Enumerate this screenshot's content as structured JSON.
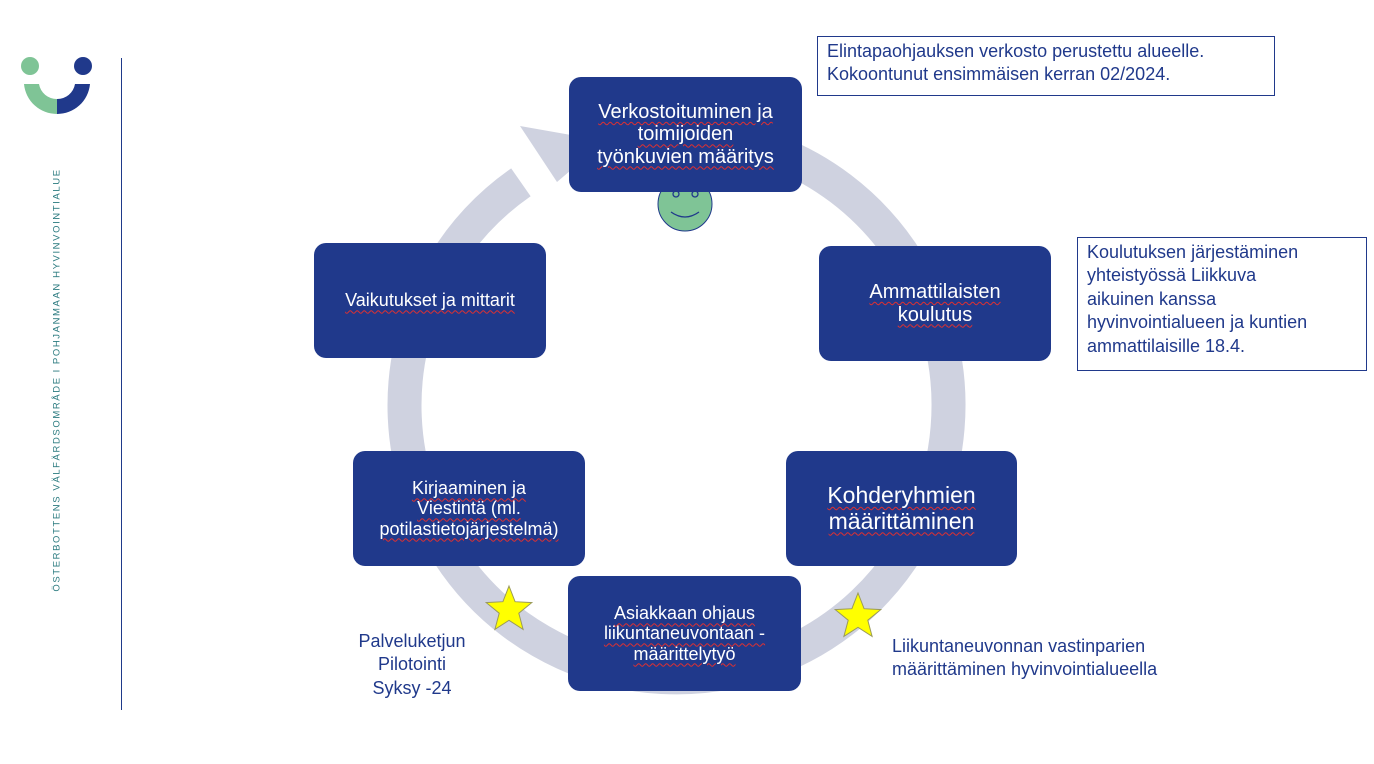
{
  "sidebar": {
    "text_part1": "ÖSTERBOTTENS VÄLFÄRDSOMRÅDE",
    "separator": "I",
    "text_part2": "POHJANMAAN HYVINVOINTIALUE"
  },
  "colors": {
    "box_fill": "#20398b",
    "arrow_ring": "#cfd2e0",
    "smiley_fill": "#7fc496",
    "star_fill": "#ffff00",
    "logo_green": "#7fc496",
    "logo_blue": "#20398b"
  },
  "icons": {
    "logo": "smile-logo-icon",
    "smiley": "smiley-face-icon",
    "star": "star-icon"
  },
  "cycle": {
    "step1": {
      "line1": "Verkostoituminen ja",
      "line2": "toimijoiden",
      "line3": "työnkuvien määritys"
    },
    "step2": {
      "line1": "Ammattilaisten",
      "line2": "koulutus"
    },
    "step3": {
      "line1": "Kohderyhmien",
      "line2": "määrittäminen"
    },
    "step4": {
      "line1": "Asiakkaan ohjaus",
      "line2": "liikuntaneuvontaan -",
      "line3": "määrittelytyö"
    },
    "step5": {
      "line1": "Kirjaaminen ja",
      "line2": "Viestintä (ml.",
      "line3": "potilastietojärjestelmä)"
    },
    "step6": {
      "line1": "Vaikutukset ja mittarit"
    }
  },
  "notes": {
    "network": {
      "line1": "Elintapaohjauksen verkosto perustettu alueelle.",
      "line2": "Kokoontunut ensimmäisen kerran 02/2024."
    },
    "training": {
      "line1": "Koulutuksen järjestäminen",
      "line2": "yhteistyössä Liikkuva",
      "line3": "aikuinen kanssa",
      "line4": "hyvinvointialueen ja kuntien",
      "line5": "ammattilaisille 18.4."
    }
  },
  "captions": {
    "pilot": {
      "line1": "Palveluketjun",
      "line2": "Pilotointi",
      "line3": "Syksy -24"
    },
    "pairs": {
      "line1": "Liikuntaneuvonnan vastinparien",
      "line2": "määrittäminen hyvinvointialueella"
    }
  }
}
